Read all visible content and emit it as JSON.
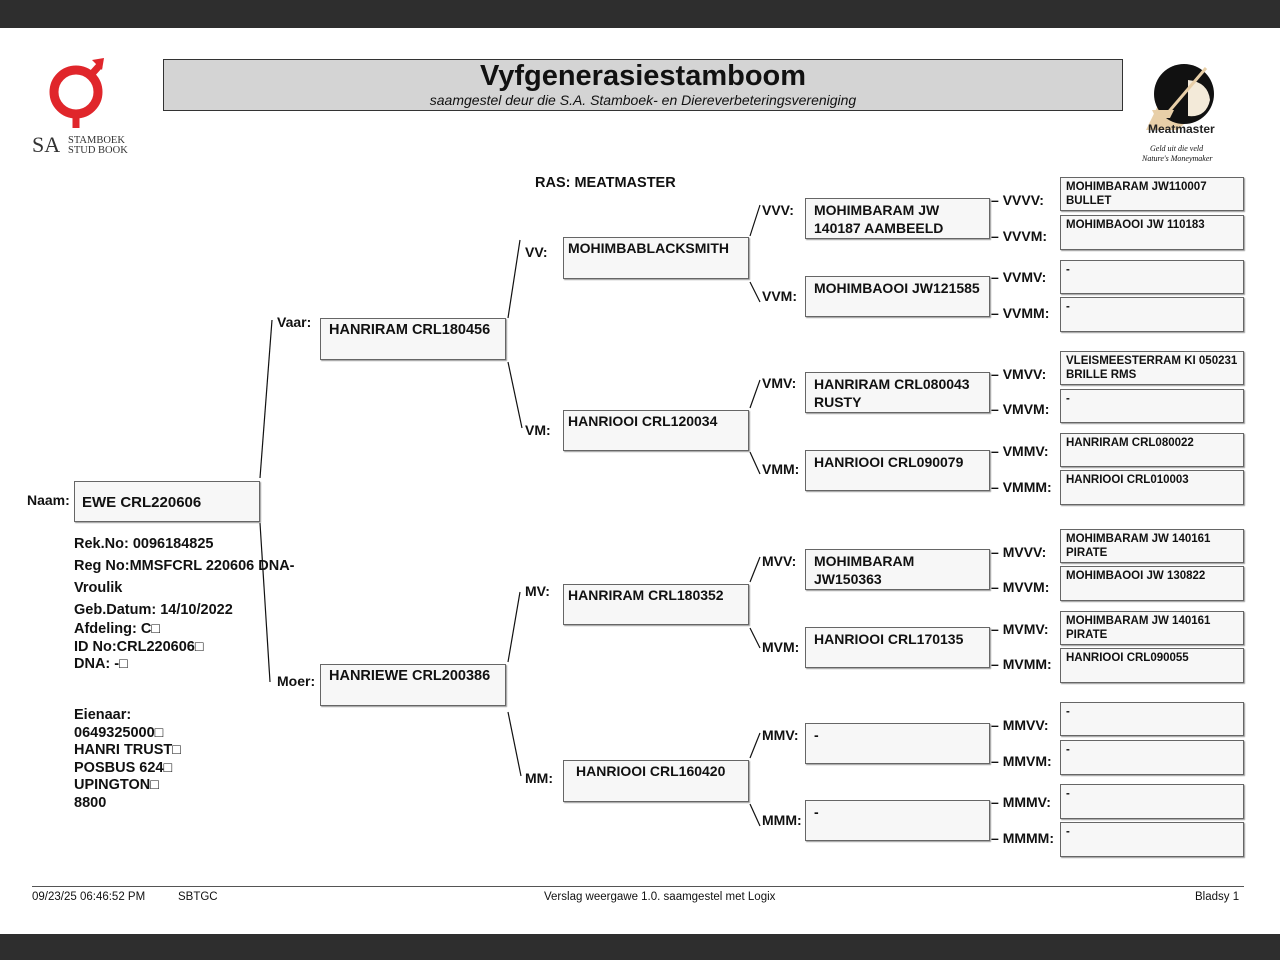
{
  "header": {
    "title": "Vyfgenerasiestamboom",
    "subtitle": "saamgestel deur die S.A. Stamboek- en Diereverbeteringsvereniging"
  },
  "logos": {
    "left_line1": "SA",
    "left_line2": "STAMBOEK",
    "left_line3": "STUD BOOK",
    "right_brand": "Meatmaster",
    "right_tag1": "Geld uit die veld",
    "right_tag2": "Nature's Moneymaker"
  },
  "ras": "RAS: MEATMASTER",
  "animal": {
    "label": "Naam:",
    "name": "EWE CRL220606",
    "rek": "Rek.No: 0096184825",
    "reg": "Reg No:MMSFCRL 220606 DNA-",
    "sex": "Vroulik",
    "dob": "Geb.Datum: 14/10/2022",
    "afdeling": "Afdeling: C□",
    "id": "ID No:CRL220606□",
    "dna": "DNA: -□",
    "owner_label": "Eienaar:",
    "owner_1": "0649325000□",
    "owner_2": "HANRI TRUST□",
    "owner_3": "POSBUS 624□",
    "owner_4": "UPINGTON□",
    "owner_5": "8800"
  },
  "p": {
    "v": {
      "label": "Vaar:",
      "name": "HANRIRAM CRL180456"
    },
    "m": {
      "label": "Moer:",
      "name": "HANRIEWE CRL200386"
    },
    "vv": {
      "label": "VV:",
      "name": "MOHIMBABLACKSMITH"
    },
    "vm": {
      "label": "VM:",
      "name": "HANRIOOI CRL120034"
    },
    "mv": {
      "label": "MV:",
      "name": "HANRIRAM CRL180352"
    },
    "mm": {
      "label": "MM:",
      "name": "HANRIOOI CRL160420"
    },
    "vvv": {
      "label": "VVV:",
      "name": "MOHIMBARAM JW 140187 AAMBEELD"
    },
    "vvm": {
      "label": "VVM:",
      "name": "MOHIMBAOOI JW121585"
    },
    "vmv": {
      "label": "VMV:",
      "name": "HANRIRAM CRL080043 RUSTY"
    },
    "vmm": {
      "label": "VMM:",
      "name": "HANRIOOI CRL090079"
    },
    "mvv": {
      "label": "MVV:",
      "name": "MOHIMBARAM JW150363"
    },
    "mvm": {
      "label": "MVM:",
      "name": "HANRIOOI CRL170135"
    },
    "mmv": {
      "label": "MMV:",
      "name": "-"
    },
    "mmm": {
      "label": "MMM:",
      "name": "-"
    },
    "vvvv": {
      "label": "VVVV:",
      "name": "MOHIMBARAM JW110007 BULLET"
    },
    "vvvm": {
      "label": "VVVM:",
      "name": "MOHIMBAOOI JW 110183"
    },
    "vvmv": {
      "label": "VVMV:",
      "name": "-"
    },
    "vvmm": {
      "label": "VVMM:",
      "name": "-"
    },
    "vmvv": {
      "label": "VMVV:",
      "name": "VLEISMEESTERRAM KI 050231 BRILLE RMS"
    },
    "vmvm": {
      "label": "VMVM:",
      "name": "-"
    },
    "vmmv": {
      "label": "VMMV:",
      "name": "HANRIRAM CRL080022"
    },
    "vmmm": {
      "label": "VMMM:",
      "name": "HANRIOOI CRL010003"
    },
    "mvvv": {
      "label": "MVVV:",
      "name": "MOHIMBARAM JW 140161 PIRATE"
    },
    "mvvm": {
      "label": "MVVM:",
      "name": "MOHIMBAOOI JW 130822"
    },
    "mvmv": {
      "label": "MVMV:",
      "name": "MOHIMBARAM JW 140161 PIRATE"
    },
    "mvmm": {
      "label": "MVMM:",
      "name": "HANRIOOI CRL090055"
    },
    "mmvv": {
      "label": "MMVV:",
      "name": "-"
    },
    "mmvm": {
      "label": "MMVM:",
      "name": "-"
    },
    "mmmv": {
      "label": "MMMV:",
      "name": "-"
    },
    "mmmm": {
      "label": "MMMM:",
      "name": "-"
    }
  },
  "footer": {
    "datetime": "09/23/25 06:46:52 PM",
    "code": "SBTGC",
    "version": "Verslag weergawe 1.0. saamgestel met Logix",
    "page": "Bladsy 1"
  }
}
